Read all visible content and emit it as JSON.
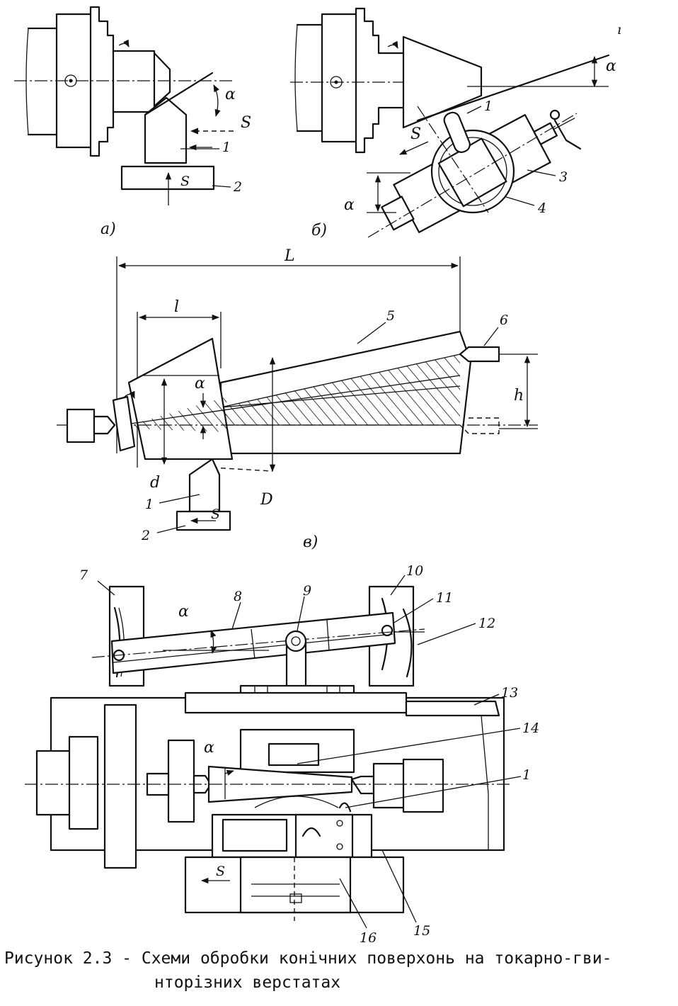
{
  "panels": {
    "a": {
      "label": "а)"
    },
    "b": {
      "label": "б)"
    },
    "v": {
      "label": "в)"
    }
  },
  "symbols": {
    "alpha": "α",
    "feed": "S",
    "L": "L",
    "l": "l",
    "h": "h",
    "d": "d",
    "D": "D"
  },
  "callouts": [
    "1",
    "2",
    "3",
    "4",
    "5",
    "6",
    "7",
    "8",
    "9",
    "10",
    "11",
    "12",
    "13",
    "14",
    "15",
    "16"
  ],
  "caption": {
    "line1": "Рисунок 2.3 - Схеми обробки конічних поверхонь на токарно-гви-",
    "line2": "нторізних верстатах"
  }
}
